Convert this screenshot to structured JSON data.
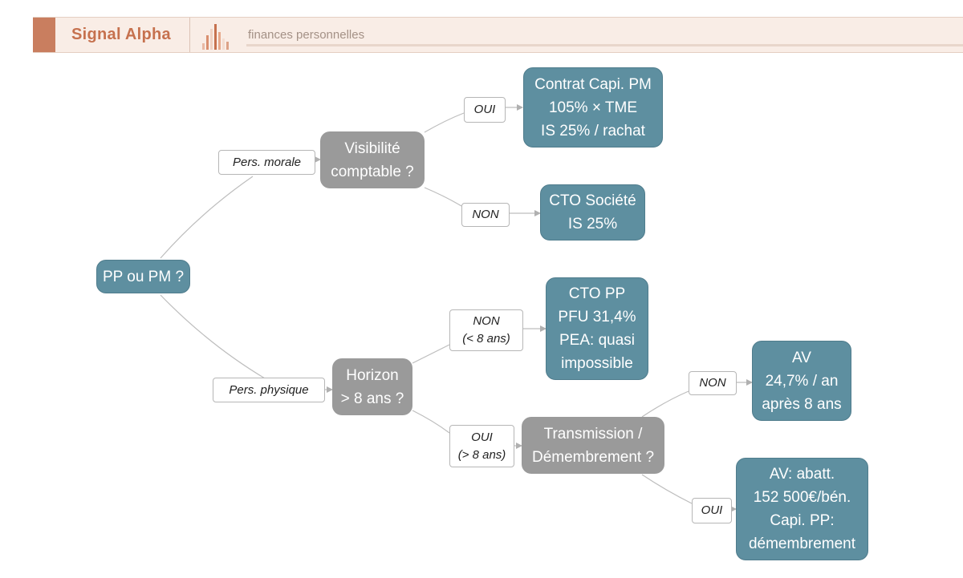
{
  "header": {
    "brand": "Signal Alpha",
    "tagline": "finances personnelles"
  },
  "colors": {
    "accent": "#c97e5f",
    "question_node": "#9a9a9a",
    "answer_node": "#5e8fa0",
    "header_bg": "#f9ede6"
  },
  "diagram": {
    "root": {
      "lines": [
        "PP ou PM ?"
      ]
    },
    "q_visibilite": {
      "lines": [
        "Visibilité",
        "comptable ?"
      ]
    },
    "q_horizon": {
      "lines": [
        "Horizon",
        "> 8 ans ?"
      ]
    },
    "q_transmission": {
      "lines": [
        "Transmission /",
        "Démembrement ?"
      ]
    },
    "a_contrat_capi": {
      "lines": [
        "Contrat Capi. PM",
        "105% × TME",
        "IS 25% / rachat"
      ]
    },
    "a_cto_societe": {
      "lines": [
        "CTO Société",
        "IS 25%"
      ]
    },
    "a_cto_pp": {
      "lines": [
        "CTO PP",
        "PFU 31,4%",
        "PEA: quasi",
        "impossible"
      ]
    },
    "a_av": {
      "lines": [
        "AV",
        "24,7% / an",
        "après 8 ans"
      ]
    },
    "a_av_abatt": {
      "lines": [
        "AV: abatt.",
        "152 500€/bén.",
        "Capi. PP:",
        "démembrement"
      ]
    },
    "e_pers_morale": {
      "lines": [
        "Pers. morale"
      ]
    },
    "e_pers_physique": {
      "lines": [
        "Pers. physique"
      ]
    },
    "e_oui_pm": {
      "lines": [
        "OUI"
      ]
    },
    "e_non_pm": {
      "lines": [
        "NON"
      ]
    },
    "e_non_horizon": {
      "lines": [
        "NON",
        "(< 8 ans)"
      ]
    },
    "e_oui_horizon": {
      "lines": [
        "OUI",
        "(> 8 ans)"
      ]
    },
    "e_non_transmission": {
      "lines": [
        "NON"
      ]
    },
    "e_oui_transmission": {
      "lines": [
        "OUI"
      ]
    }
  }
}
